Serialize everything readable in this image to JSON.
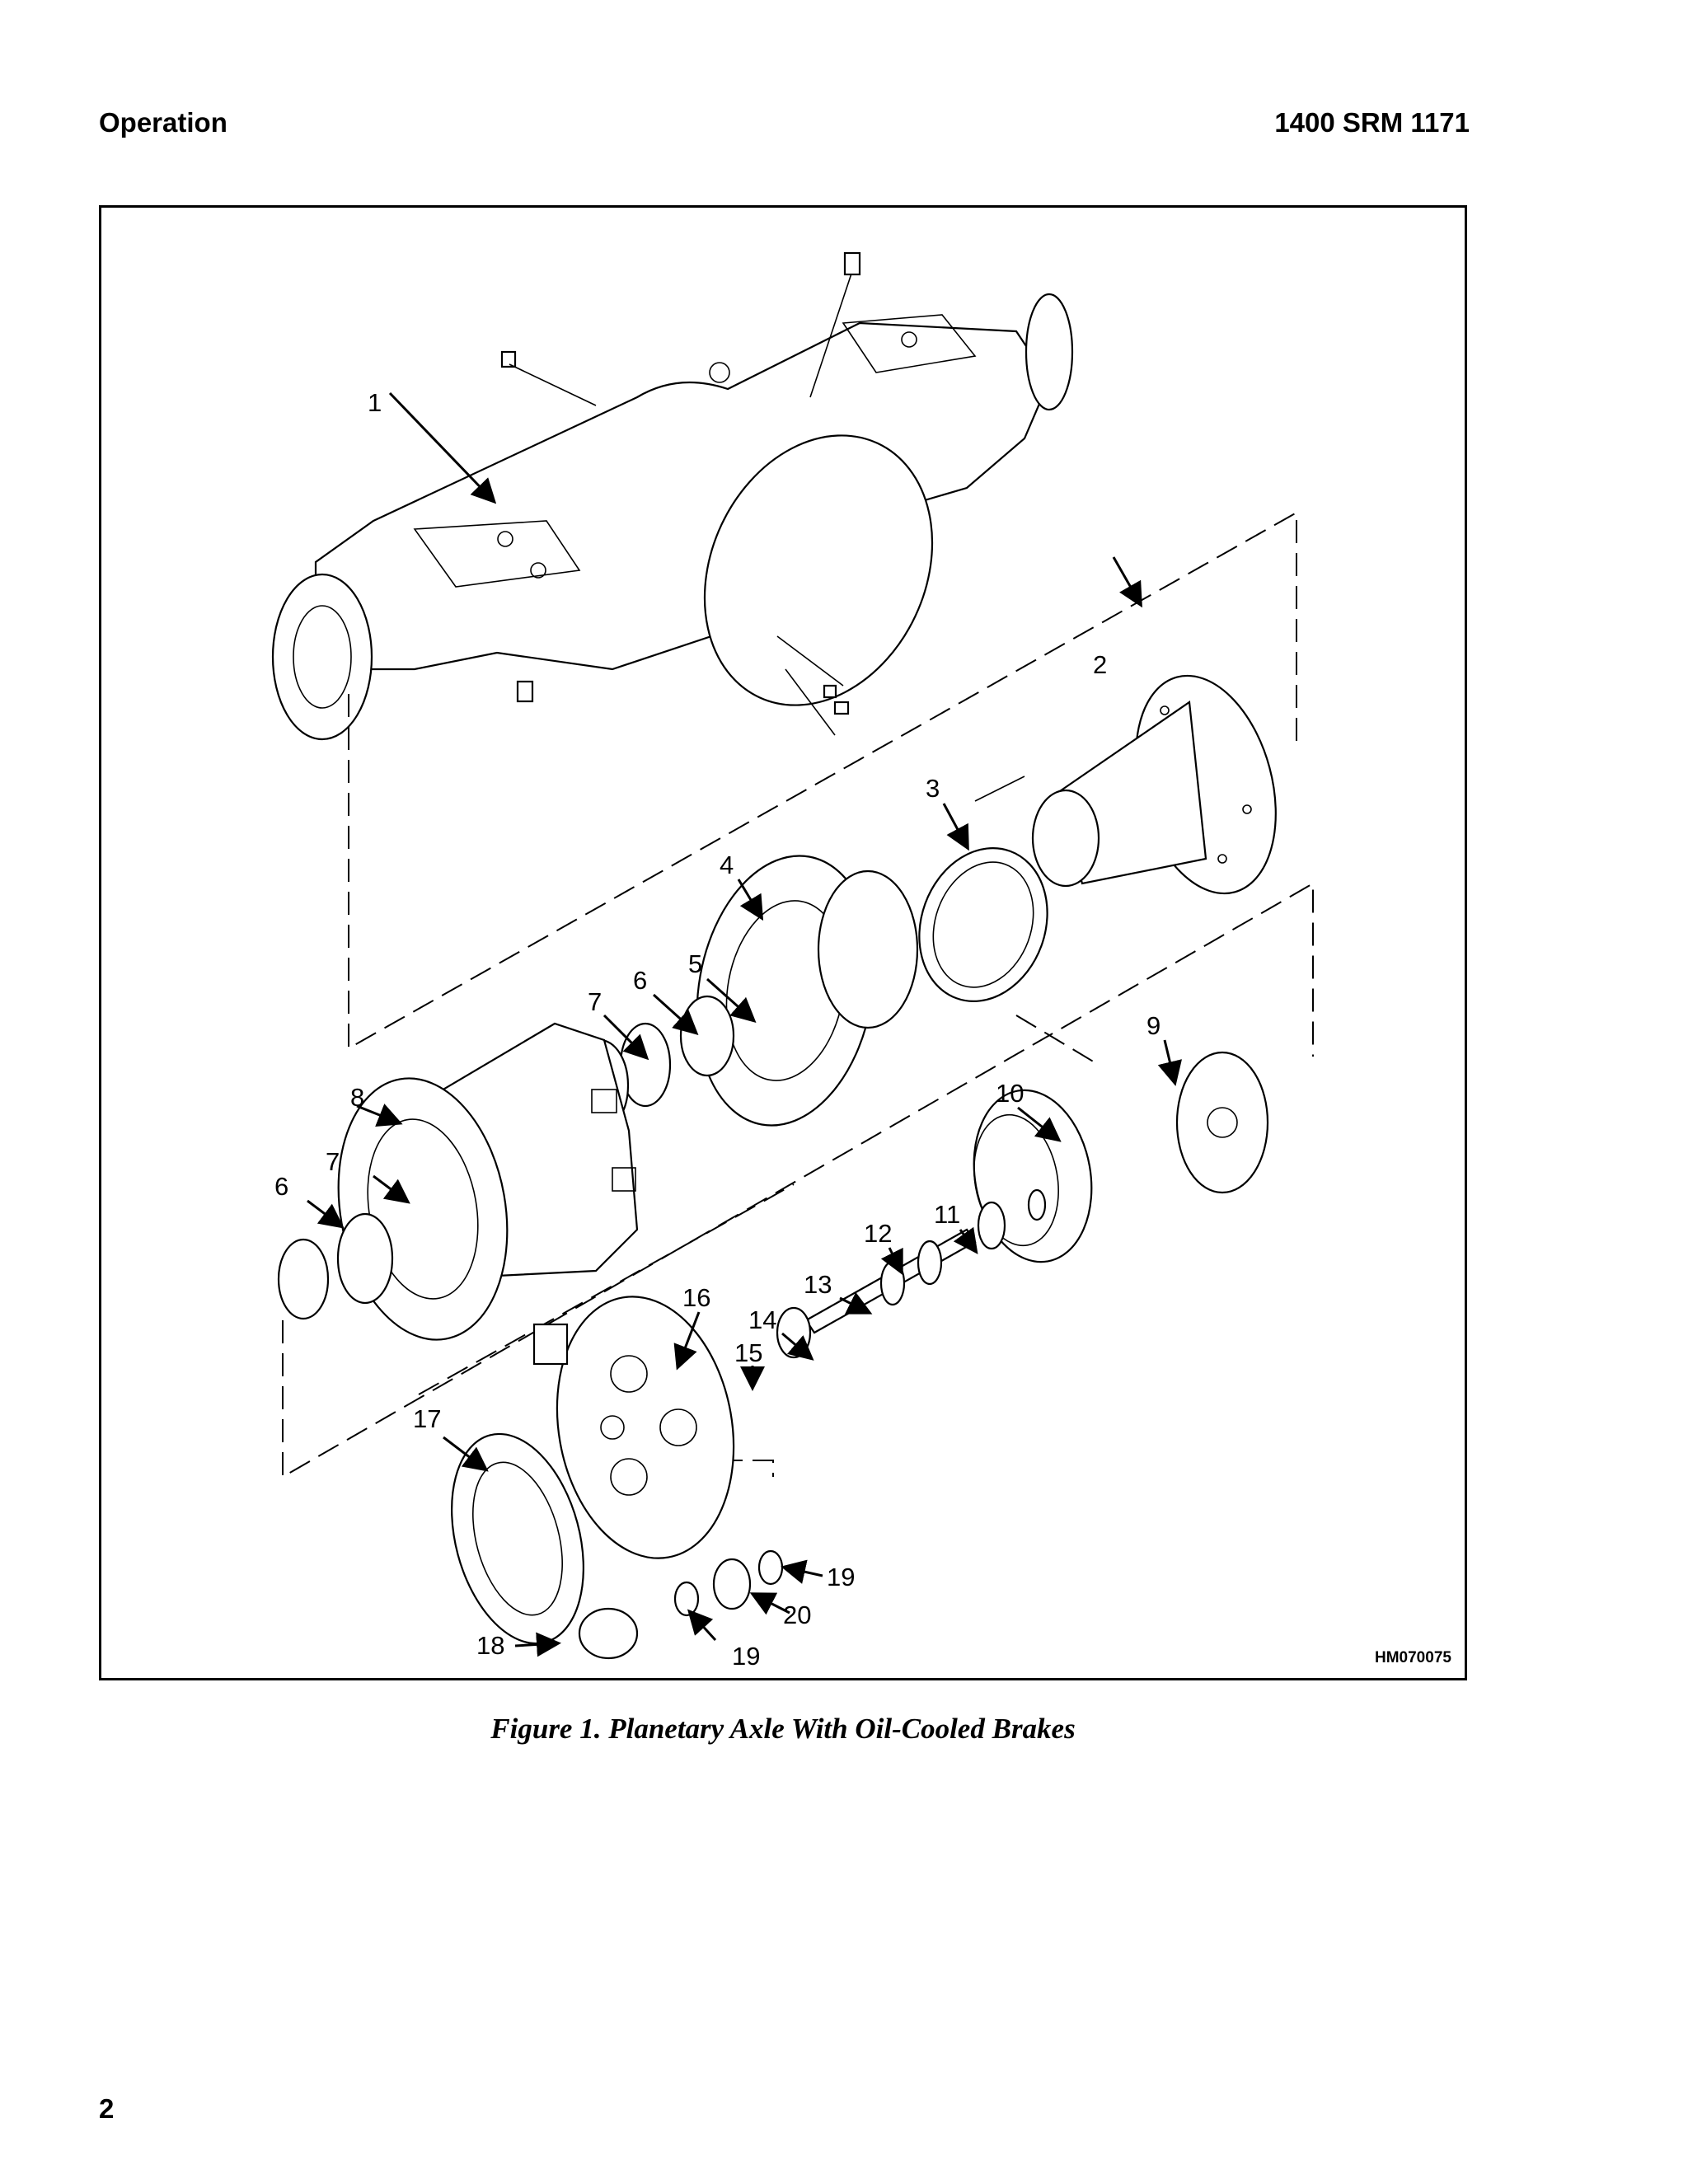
{
  "header": {
    "section": "Operation",
    "doc_number": "1400 SRM 1171"
  },
  "figure": {
    "code": "HM070075",
    "caption": "Figure 1.  Planetary Axle With Oil-Cooled Brakes",
    "callouts": [
      "1",
      "2",
      "3",
      "4",
      "5",
      "6",
      "7",
      "8",
      "9",
      "10",
      "6",
      "7",
      "11",
      "12",
      "13",
      "14",
      "15",
      "16",
      "17",
      "18",
      "19",
      "20",
      "19"
    ]
  },
  "page_number": "2"
}
